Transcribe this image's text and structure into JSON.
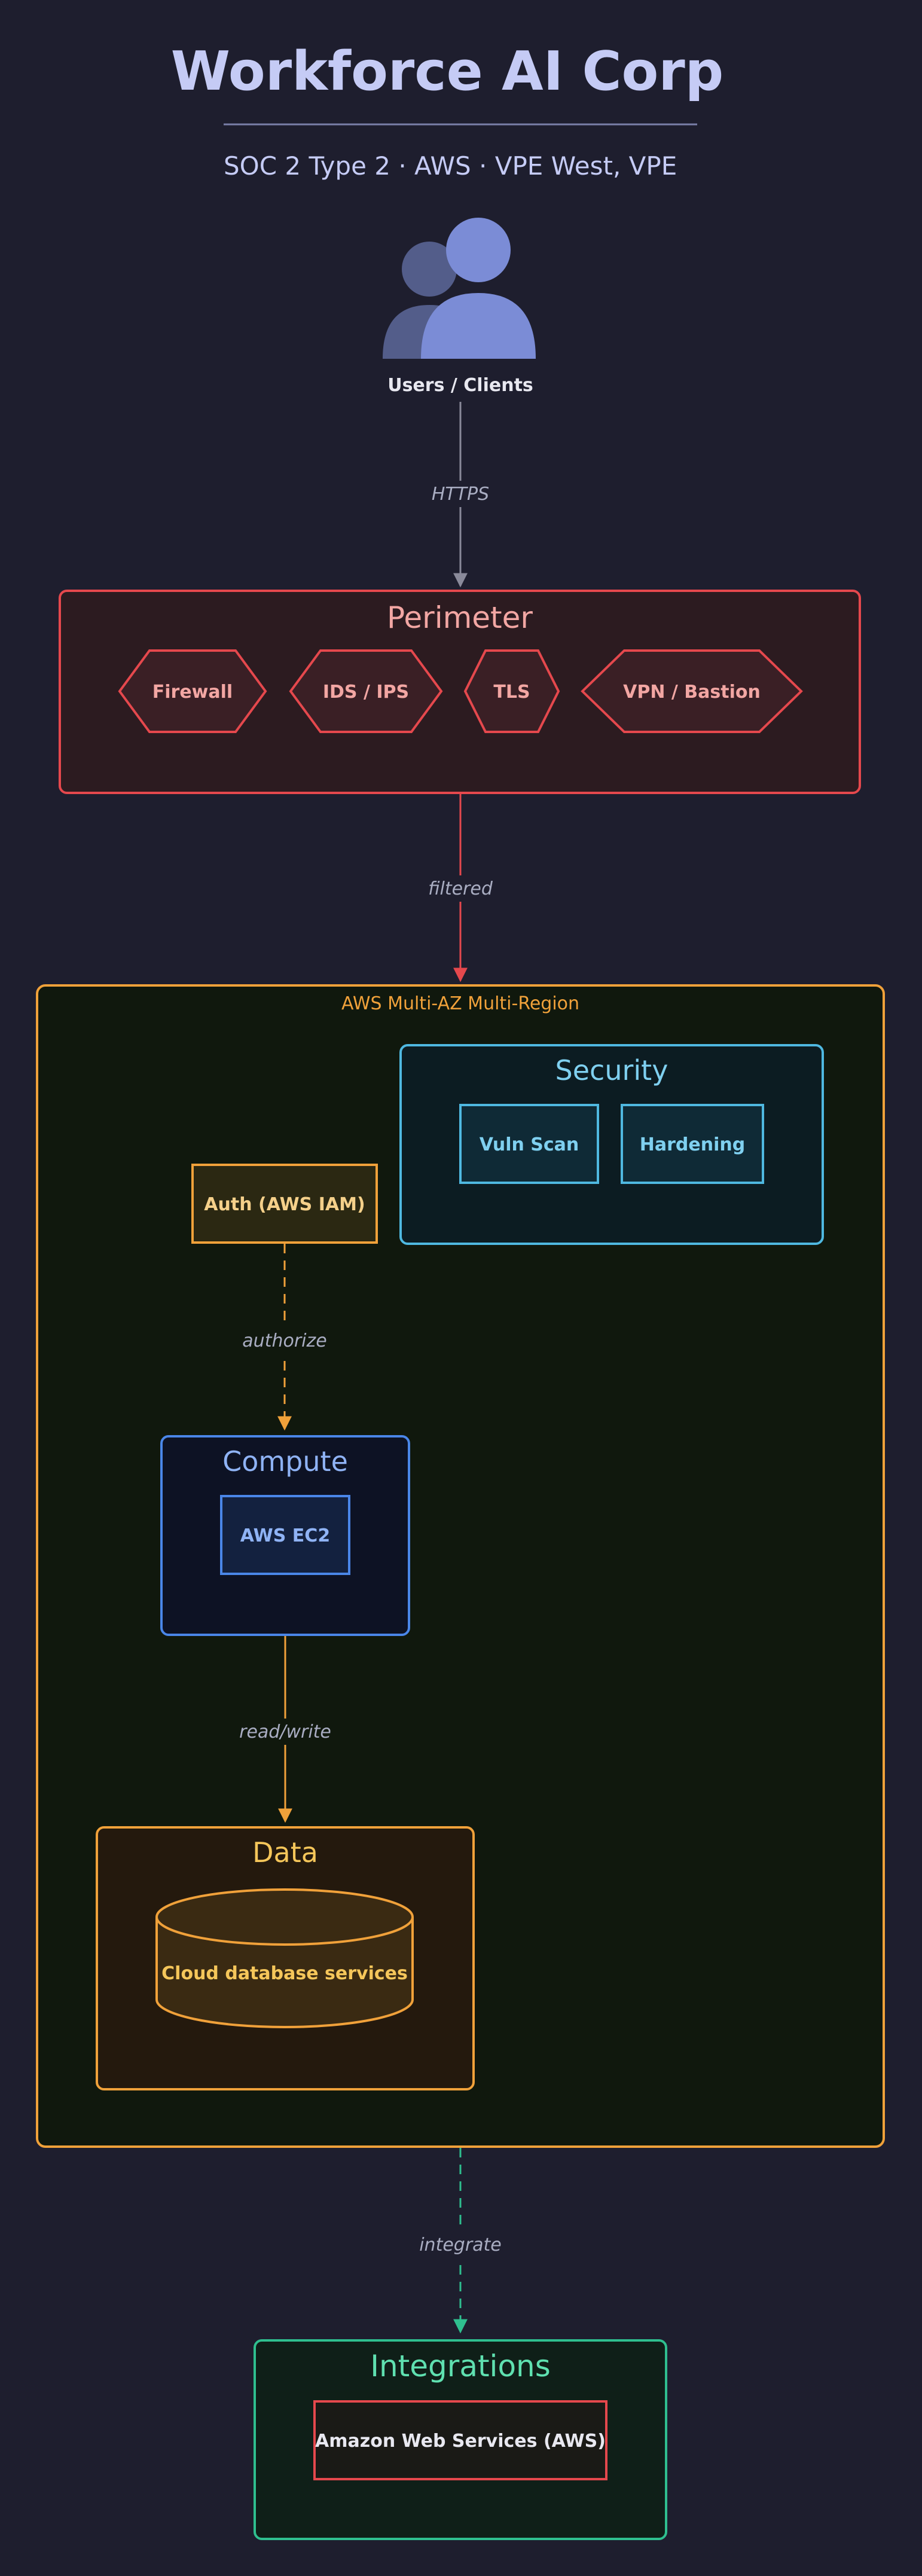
{
  "header": {
    "title": "Workforce AI Corp",
    "subtitle": "SOC 2 Type 2 · AWS · VPE West, VPE"
  },
  "users": {
    "label": "Users / Clients",
    "icon": "users-icon"
  },
  "edges": {
    "https": "HTTPS",
    "filtered": "filtered",
    "authorize": "authorize",
    "read_write": "read/write",
    "integrate": "integrate"
  },
  "perimeter": {
    "title": "Perimeter",
    "items": [
      "Firewall",
      "IDS / IPS",
      "TLS",
      "VPN / Bastion"
    ]
  },
  "cloud": {
    "label": "AWS Multi-AZ Multi-Region"
  },
  "security": {
    "title": "Security",
    "items": [
      "Vuln Scan",
      "Hardening"
    ]
  },
  "auth": {
    "label": "Auth (AWS IAM)"
  },
  "compute": {
    "title": "Compute",
    "item": "AWS EC2"
  },
  "data_zone": {
    "title": "Data",
    "item": "Cloud database services"
  },
  "integrations": {
    "title": "Integrations",
    "item": "Amazon Web Services (AWS)"
  },
  "colors": {
    "background": "#1e1e2e",
    "title": "#c5cbf5",
    "perimeter": "#e5484d",
    "cloud": "#f0a13a",
    "security": "#4fb8e0",
    "compute": "#4a86e8",
    "data": "#f0a13a",
    "integrations": "#2fbf8f",
    "users_icon": "#7b8cd6"
  }
}
